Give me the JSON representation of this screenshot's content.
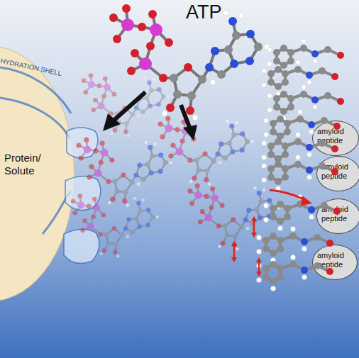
{
  "diagram": {
    "nodes": [
      {
        "text": [
          "Protein/ Solute"
        ]
      },
      {
        "text": [
          "amyloid peptide"
        ]
      },
      {
        "text": [
          "amyloid peptide"
        ]
      },
      {
        "text": [
          "amyloid peptide"
        ]
      },
      {
        "text": [
          "amyloid peptide"
        ]
      }
    ],
    "labels": [
      "ATP",
      "HYDRATION SHELL"
    ]
  }
}
